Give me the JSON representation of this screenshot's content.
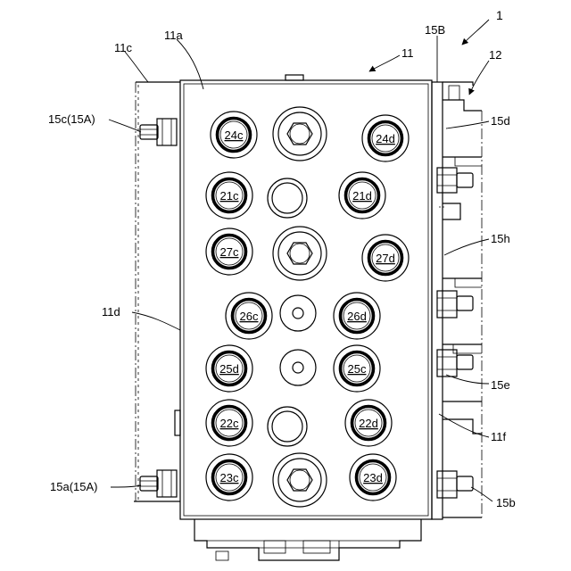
{
  "figure": {
    "assembly_label": "1",
    "ports": [
      {
        "id": "24c",
        "label": "24c"
      },
      {
        "id": "24d",
        "label": "24d"
      },
      {
        "id": "21c",
        "label": "21c"
      },
      {
        "id": "21d",
        "label": "21d"
      },
      {
        "id": "27c",
        "label": "27c"
      },
      {
        "id": "27d",
        "label": "27d"
      },
      {
        "id": "26c",
        "label": "26c"
      },
      {
        "id": "26d",
        "label": "26d"
      },
      {
        "id": "25d",
        "label": "25d"
      },
      {
        "id": "25c",
        "label": "25c"
      },
      {
        "id": "22c",
        "label": "22c"
      },
      {
        "id": "22d",
        "label": "22d"
      },
      {
        "id": "23c",
        "label": "23c"
      },
      {
        "id": "23d",
        "label": "23d"
      }
    ],
    "callouts": [
      {
        "id": "11c",
        "text": "11c"
      },
      {
        "id": "11a",
        "text": "11a"
      },
      {
        "id": "11",
        "text": "11"
      },
      {
        "id": "15B",
        "text": "15B"
      },
      {
        "id": "12",
        "text": "12"
      },
      {
        "id": "15c",
        "text": "15c(15A)"
      },
      {
        "id": "15d",
        "text": "15d"
      },
      {
        "id": "15h",
        "text": "15h"
      },
      {
        "id": "11d",
        "text": "11d"
      },
      {
        "id": "15e",
        "text": "15e"
      },
      {
        "id": "11f",
        "text": "11f"
      },
      {
        "id": "15a",
        "text": "15a(15A)"
      },
      {
        "id": "15b",
        "text": "15b"
      }
    ]
  }
}
